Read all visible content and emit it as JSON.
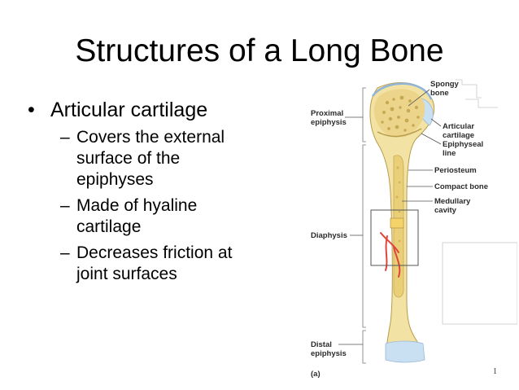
{
  "slide": {
    "title": "Structures of a Long Bone",
    "bullet": "Articular cartilage",
    "sub_bullets": [
      [
        "Covers the external",
        "surface of the",
        "epiphyses"
      ],
      [
        "Made of hyaline",
        "cartilage"
      ],
      [
        "Decreases friction at",
        "joint surfaces"
      ]
    ],
    "page_number": "1"
  },
  "diagram": {
    "left_labels": {
      "proximal_epiphysis": [
        "Proximal",
        "epiphysis"
      ],
      "diaphysis": "Diaphysis",
      "distal_epiphysis": [
        "Distal",
        "epiphysis"
      ]
    },
    "right_labels": {
      "spongy_bone": [
        "Spongy",
        "bone"
      ],
      "articular_cartilage": [
        "Articular",
        "cartilage"
      ],
      "epiphyseal_line": [
        "Epiphyseal",
        "line"
      ],
      "periosteum": "Periosteum",
      "compact_bone": "Compact bone",
      "medullary_cavity": [
        "Medullary",
        "cavity"
      ]
    },
    "panel_label": "(a)",
    "colors": {
      "bone": "#f2e2a3",
      "bone_shade": "#d9c37a",
      "cartilage": "#c9dff2",
      "artery": "#e0453c",
      "leader": "#555555"
    }
  }
}
